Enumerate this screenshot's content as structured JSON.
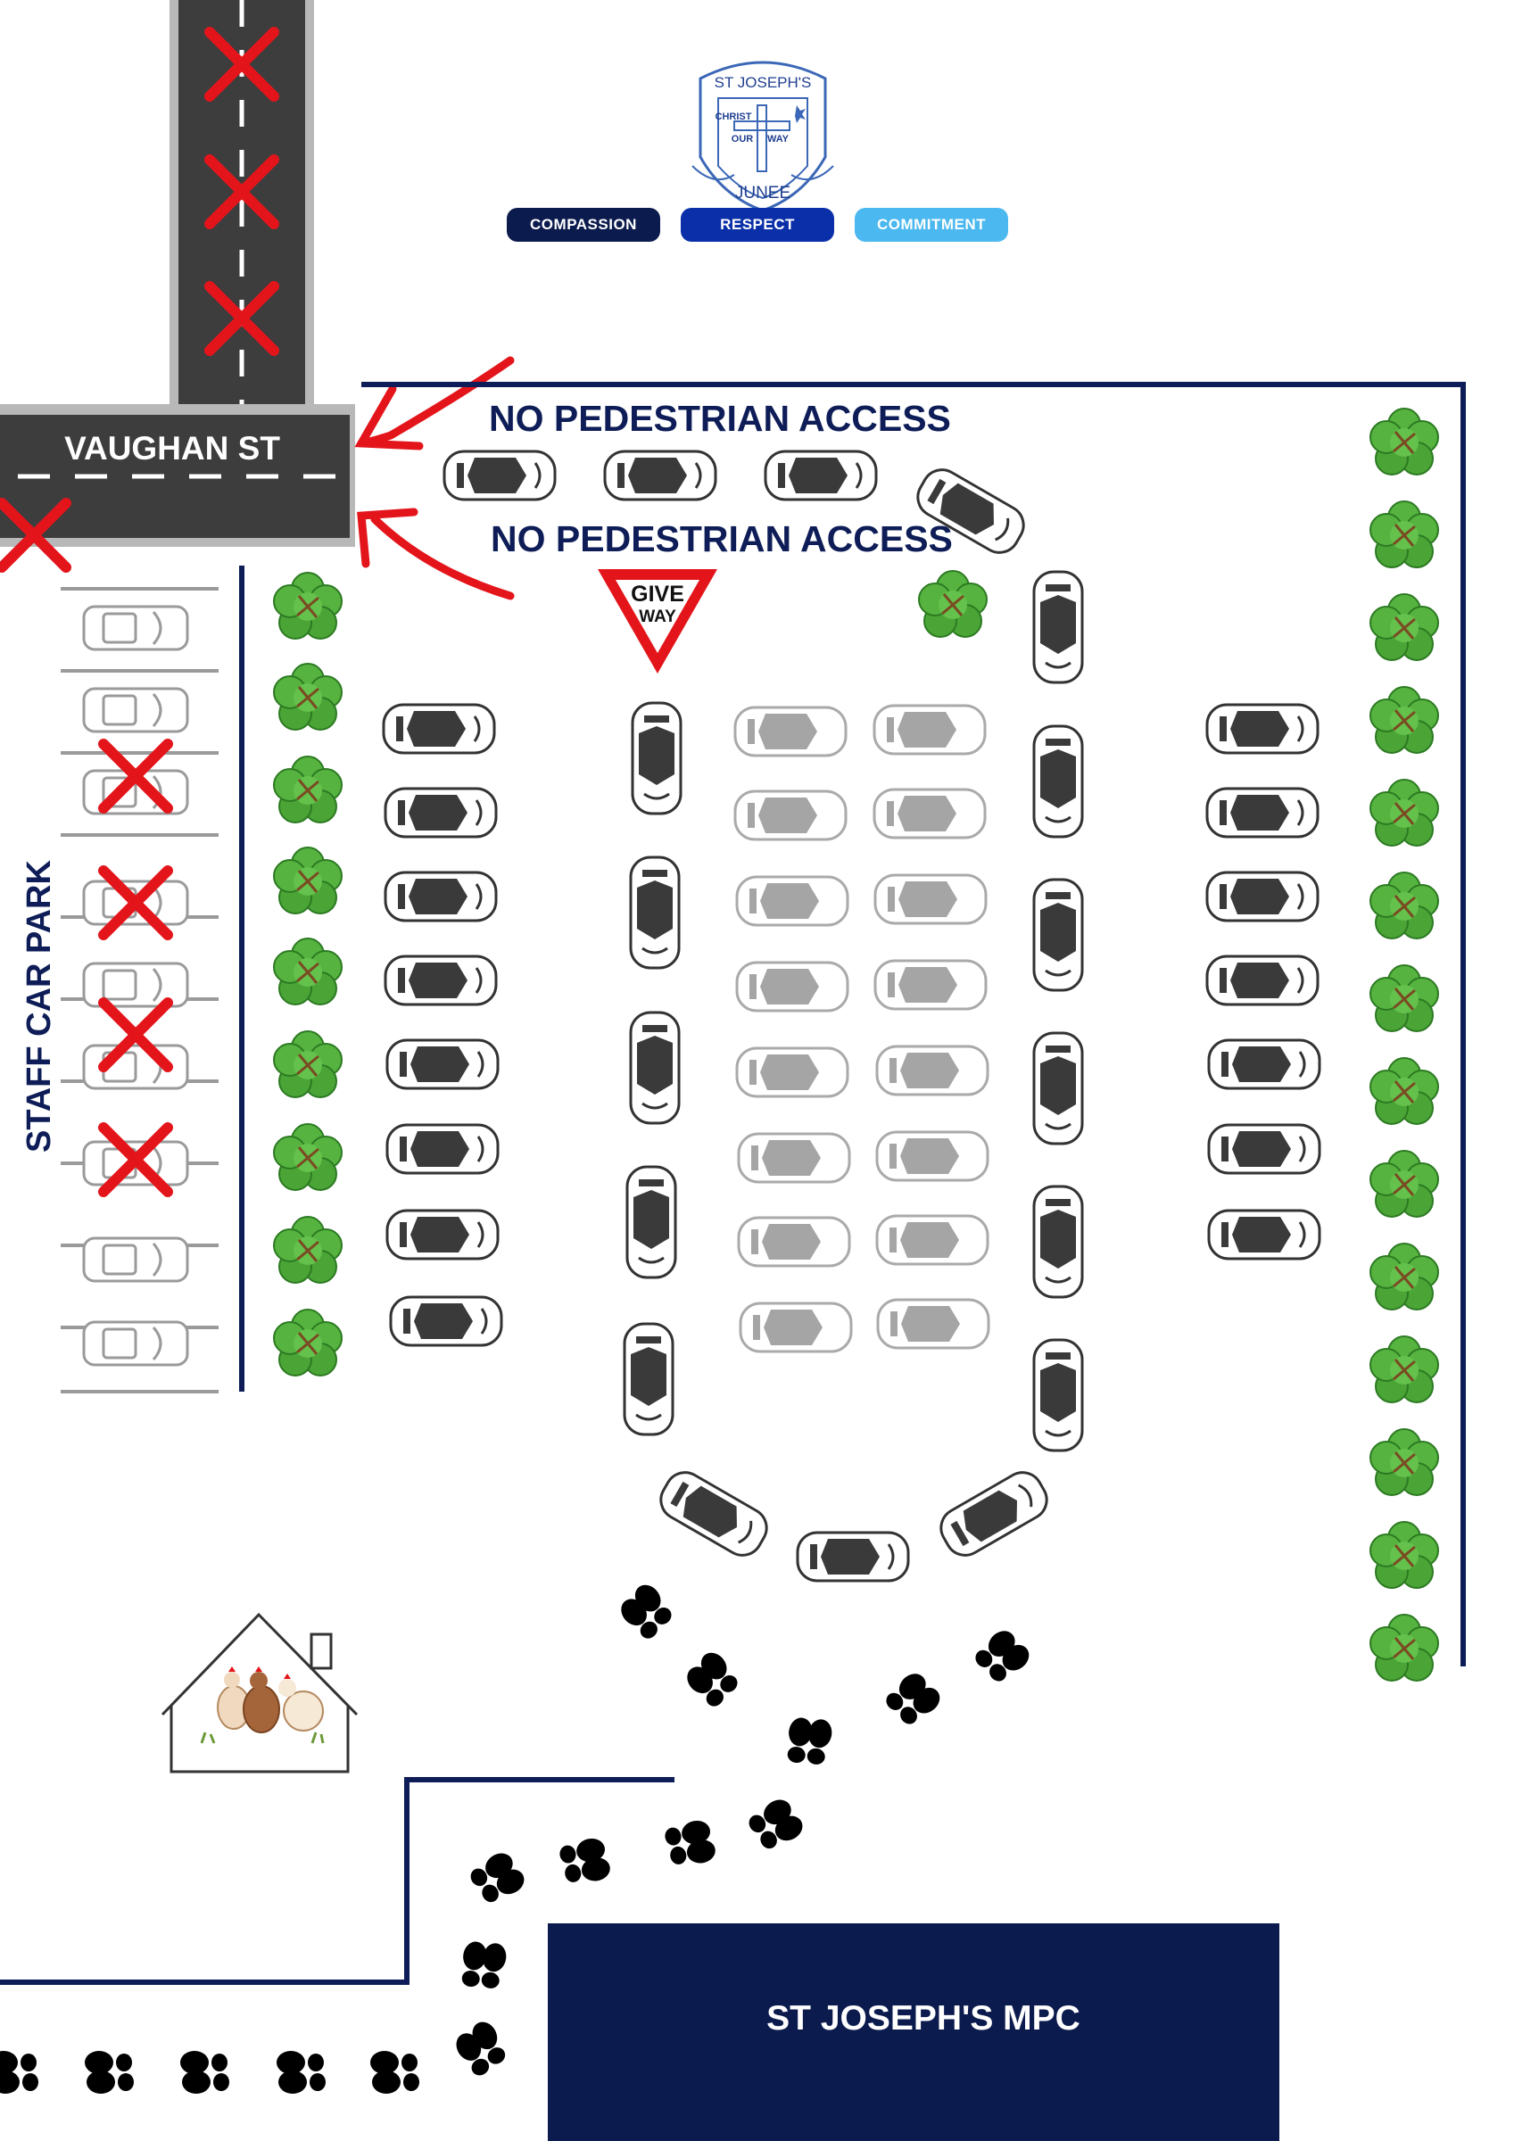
{
  "logo": {
    "school": "ST JOSEPH'S",
    "motto_1": "CHRIST",
    "motto_2": "OUR",
    "motto_3": "WAY",
    "town": "JUNEE"
  },
  "values": [
    {
      "label": "COMPASSION",
      "color": "#0b1b4d"
    },
    {
      "label": "RESPECT",
      "color": "#0a2fa8"
    },
    {
      "label": "COMMITMENT",
      "color": "#4bb8ef"
    }
  ],
  "street": "VAUGHAN ST",
  "no_access_top": "NO PEDESTRIAN ACCESS",
  "no_access_bottom": "NO PEDESTRIAN ACCESS",
  "sign": {
    "line1": "GIVE",
    "line2": "WAY"
  },
  "staff_car_park": "STAFF CAR PARK",
  "building": "ST JOSEPH'S MPC",
  "colors": {
    "navy": "#0e1d57",
    "road": "#3d3d3d",
    "red": "#e3151b",
    "tree": "#4cae3a"
  }
}
